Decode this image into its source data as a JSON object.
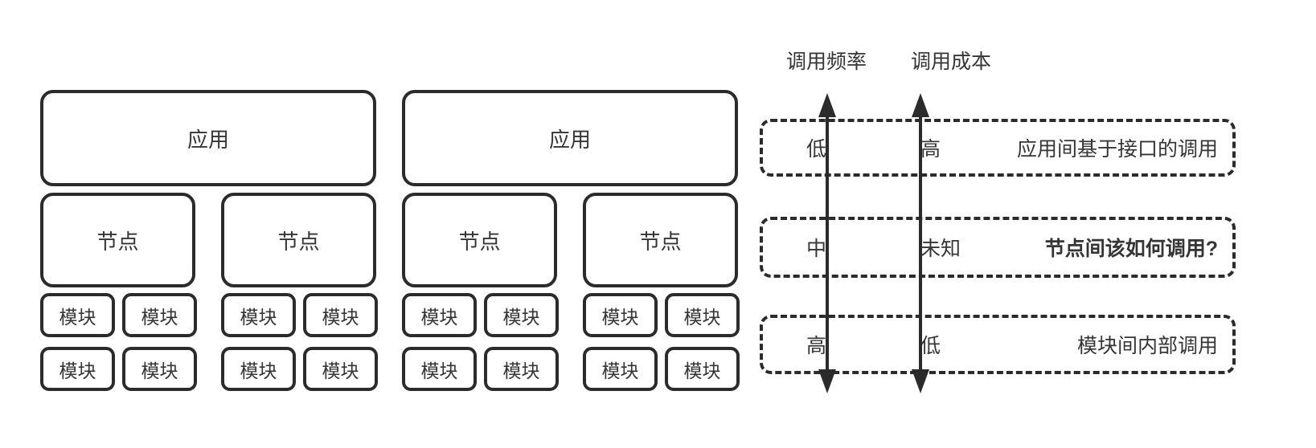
{
  "diagram": {
    "clusters": [
      {
        "app_label": "应用",
        "nodes": [
          {
            "label": "节点",
            "modules": [
              "模块",
              "模块",
              "模块",
              "模块"
            ]
          },
          {
            "label": "节点",
            "modules": [
              "模块",
              "模块",
              "模块",
              "模块"
            ]
          }
        ]
      },
      {
        "app_label": "应用",
        "nodes": [
          {
            "label": "节点",
            "modules": [
              "模块",
              "模块",
              "模块",
              "模块"
            ]
          },
          {
            "label": "节点",
            "modules": [
              "模块",
              "模块",
              "模块",
              "模块"
            ]
          }
        ]
      }
    ],
    "legend": {
      "headers": {
        "frequency": "调用频率",
        "cost": "调用成本"
      },
      "rows": [
        {
          "frequency": "低",
          "cost": "高",
          "description": "应用间基于接口的调用",
          "emphasis": false
        },
        {
          "frequency": "中",
          "cost": "未知",
          "description": "节点间该如何调用?",
          "emphasis": true
        },
        {
          "frequency": "高",
          "cost": "低",
          "description": "模块间内部调用",
          "emphasis": false
        }
      ]
    },
    "colors": {
      "stroke": "#2b2b2b",
      "text": "#353535",
      "background": "#ffffff"
    }
  }
}
